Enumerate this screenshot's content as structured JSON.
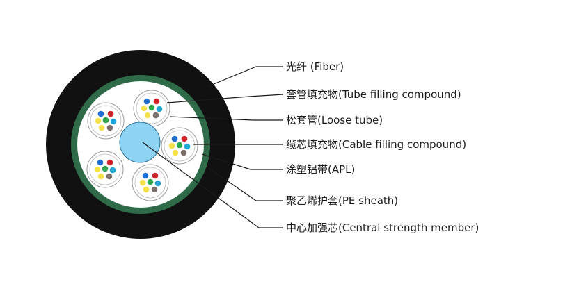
{
  "labels": [
    {
      "id": "fiber",
      "text": "光纤 (Fiber)"
    },
    {
      "id": "tube-filling",
      "text": "套管填充物(Tube filling compound)"
    },
    {
      "id": "loose-tube",
      "text": "松套管(Loose tube)"
    },
    {
      "id": "cable-filling",
      "text": "缆芯填充物(Cable filling compound)"
    },
    {
      "id": "apl",
      "text": "涂塑铝带(APL)"
    },
    {
      "id": "pe-sheath",
      "text": "聚乙烯护套(PE sheath)"
    },
    {
      "id": "central-strength",
      "text": "中心加强芯(Central strength member)"
    }
  ],
  "colors": {
    "sheath": "#111111",
    "apl": "#2f6b48",
    "core": "#ffffff",
    "central_member": "#8fd3f2",
    "fiber_blue": "#1f6fd0",
    "fiber_red": "#d0222b",
    "fiber_green": "#2ba84a",
    "fiber_yellow": "#f5e14c",
    "fiber_gray": "#7a6f6a",
    "fiber_cyan": "#23a3d6"
  }
}
